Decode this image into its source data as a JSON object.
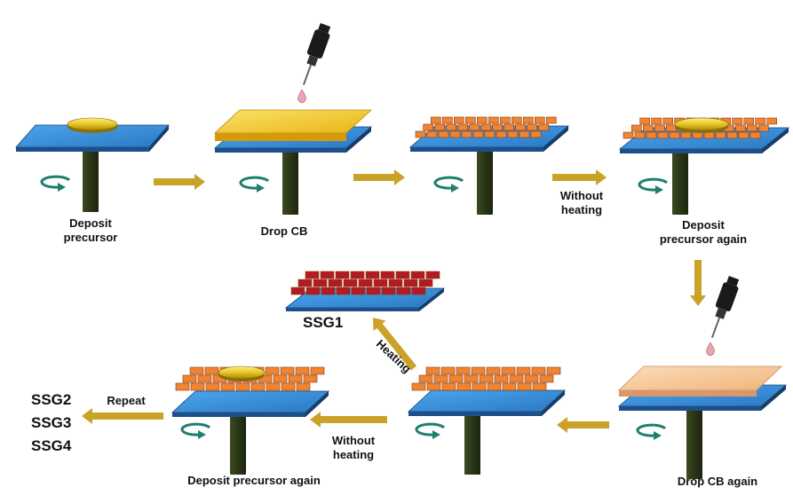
{
  "labels": {
    "step1": "Deposit\nprecursor",
    "step2": "Drop CB",
    "step3_transition": "Without\nheating",
    "step4": "Deposit\nprecursor again",
    "step5": "Drop CB again",
    "step6_transition": "Without\nheating",
    "step7": "Deposit precursor again",
    "heating": "Heating",
    "product": "SSG1",
    "repeat": "Repeat",
    "outputs": "SSG2\nSSG3\nSSG4"
  },
  "colors": {
    "substrate": "#3a8fd8",
    "substrate_edge": "#1d4f8a",
    "post": "#2b3a1a",
    "arrow": "#c9a227",
    "precursor_disc": "#e0c21f",
    "cb_layer": "#f2c81f",
    "cb_layer_again": "#f7c79a",
    "grain": "#ef8433",
    "grain_heated": "#b31b22",
    "rotation": "#1f7f6e",
    "droplet": "#e8a7b0",
    "pipette": "#1a1a1a"
  },
  "icons": [
    "rotation-arrow-icon",
    "pipette-icon",
    "droplet-icon"
  ]
}
